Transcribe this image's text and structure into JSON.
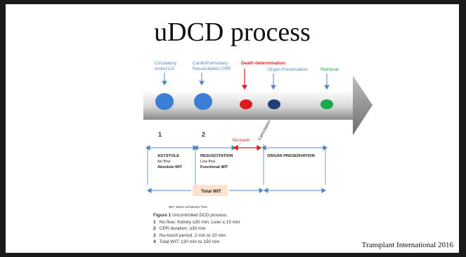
{
  "title": "uDCD process",
  "steps": [
    {
      "label_line1": "Circulatory",
      "label_line2": "Arrest CA",
      "dot_color": "#3b7fd4"
    },
    {
      "label_line1": "CardioPulmonary",
      "label_line2": "Resuscitation  CPR",
      "dot_color": "#3b7fd4"
    },
    {
      "label_line1": "Death determination",
      "label_line2": "",
      "dot_color": "#e0191f"
    },
    {
      "label_line1": "Organ Preservation",
      "label_line2": "",
      "dot_color": "#1f3f7a"
    },
    {
      "label_line1": "Retrieval",
      "label_line2": "",
      "dot_color": "#1aa84a"
    }
  ],
  "colors": {
    "step_label": "#4f86c6",
    "death_label": "#e0191f",
    "retrieval_label": "#1aa84a",
    "band_arrow": "#7a7a7a",
    "timeline": "#4f86c6",
    "total_wit_bg": "#fbe3cf"
  },
  "markers": {
    "m1": "1",
    "m2": "2",
    "no_touch": "No-touch",
    "cannulation": "Cannulation"
  },
  "phases": {
    "asystole": {
      "name": "ASYSTOLE",
      "line1": "No flow",
      "line2": "Absolute WIT"
    },
    "resuscitation": {
      "name": "RESUSCITATION",
      "line1": "Low flow",
      "line2": "Functional WIT"
    },
    "organ_preservation": {
      "name": "ORGAN PRESERVATION"
    }
  },
  "total_wit": "Total WIT",
  "wit_legend": "WIT: Warm Ischaemia Time",
  "figure": {
    "label": "Figure 1",
    "title": "Uncontrolled DCD process.",
    "notes": [
      {
        "n": "1",
        "text": "No flow: Kidney ≤30 min; Liver ≤ 15 min"
      },
      {
        "n": "2",
        "text": "CPR duration: ≥30 min"
      },
      {
        "n": "3",
        "text": "No-touch period: 2 min to 20 min"
      },
      {
        "n": "4",
        "text": "Total WIT: 120 min to 150 min"
      }
    ]
  },
  "source": "Transplant International 2016"
}
